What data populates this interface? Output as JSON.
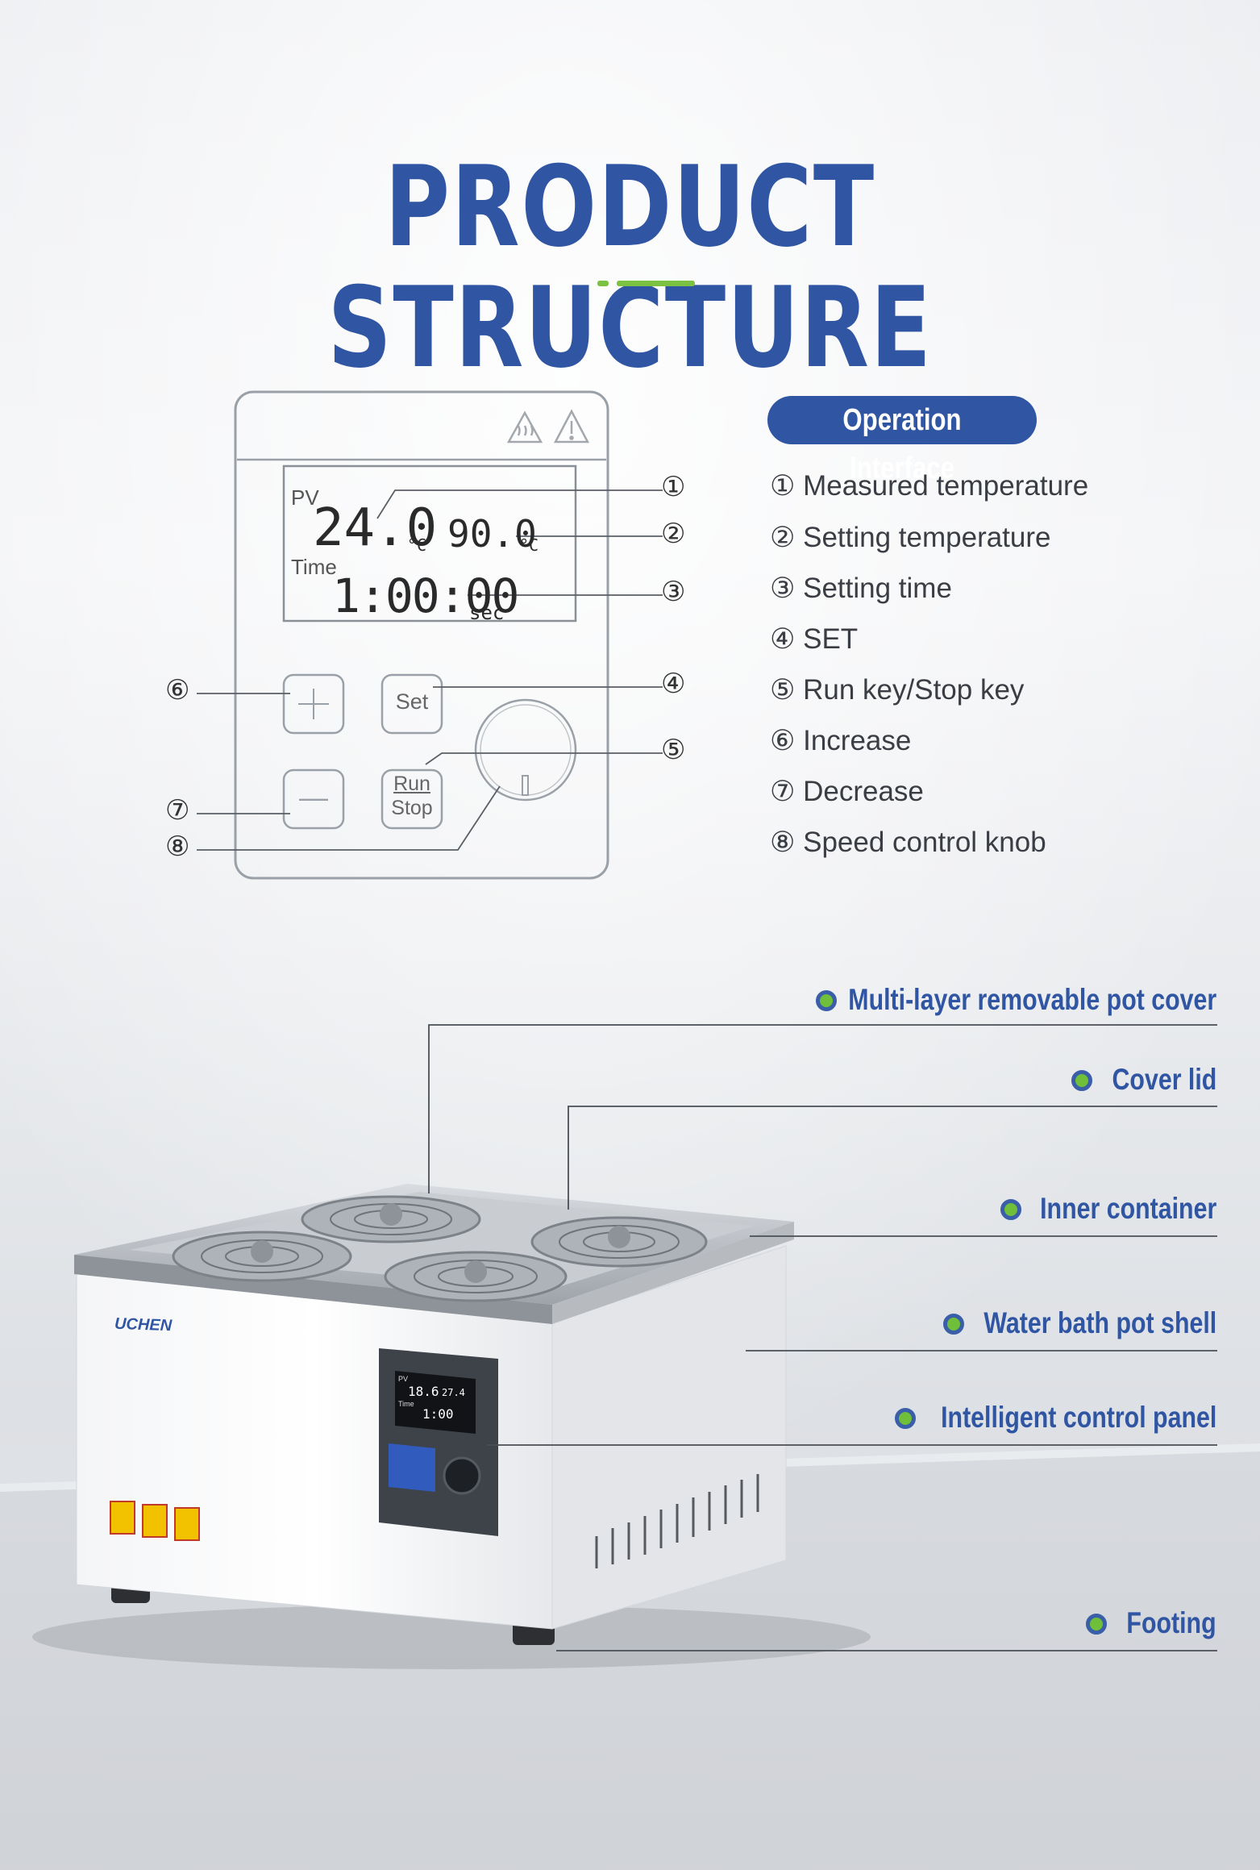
{
  "title": "PRODUCT STRUCTURE",
  "panel": {
    "pv_label": "PV",
    "measured_value": "24.0",
    "measured_unit": "°C",
    "setting_value": "90.0",
    "setting_unit": "°C",
    "time_label": "Time",
    "time_value": "1:00:00",
    "time_unit": "sec",
    "set_button": "Set",
    "run_label": "Run",
    "stop_label": "Stop",
    "plus_symbol": "+",
    "minus_symbol": "—"
  },
  "numbers": [
    "①",
    "②",
    "③",
    "④",
    "⑤",
    "⑥",
    "⑦",
    "⑧"
  ],
  "interface_heading": "Operation Interface",
  "legend": [
    "① Measured temperature",
    "② Setting temperature",
    "③ Setting time",
    "④ SET",
    "⑤ Run key/Stop key",
    "⑥ Increase",
    "⑦ Decrease",
    "⑧ Speed control knob"
  ],
  "parts": [
    "Multi-layer removable pot cover",
    "Cover lid",
    "Inner container",
    "Water bath pot shell",
    "Intelligent control panel",
    "Footing"
  ],
  "product": {
    "brand": "UCHEN",
    "screen_temp": "18.6",
    "screen_set": "27.4",
    "screen_time": "1:00",
    "screen_pv": "PV",
    "screen_time_label": "Time"
  },
  "colors": {
    "brand_blue": "#2f55a3",
    "accent_green": "#7cc242"
  }
}
